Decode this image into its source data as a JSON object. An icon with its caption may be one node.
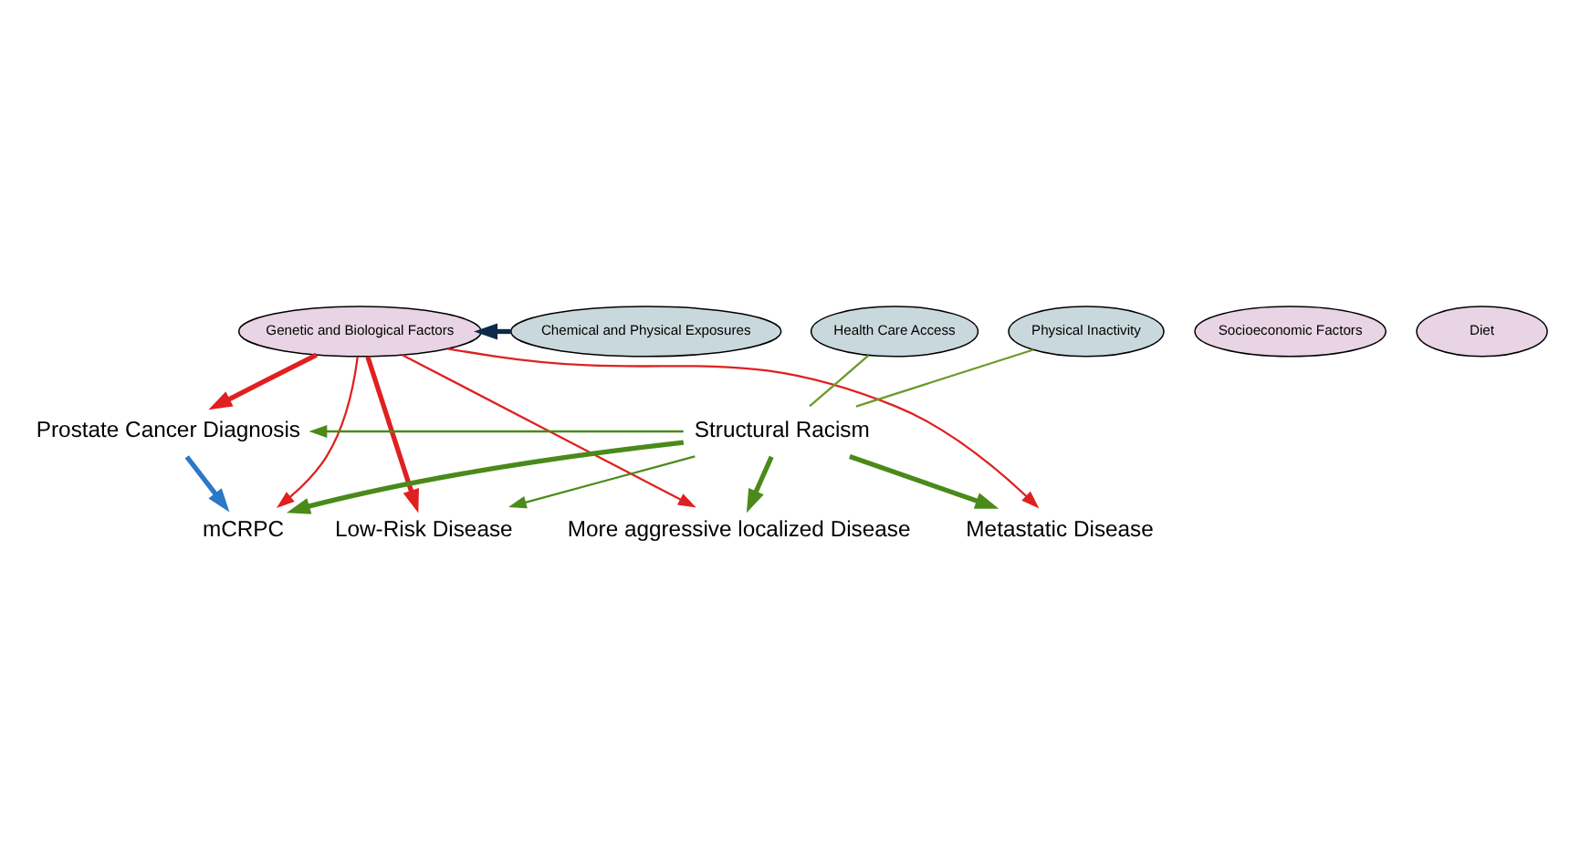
{
  "diagram": {
    "nodes": [
      {
        "text": [
          "Genetic and Biological Factors"
        ]
      },
      {
        "text": [
          "Health Care Access"
        ]
      },
      {
        "text": [
          "Socioeconomic Factors"
        ]
      },
      {
        "text": [
          "Chemical and Physical Exposures"
        ]
      },
      {
        "text": [
          "Diet"
        ]
      },
      {
        "text": [
          "Physical Inactivity"
        ]
      },
      {
        "text": [
          "Structural Racism"
        ]
      },
      {
        "text": [
          "Prostate Cancer Diagnosis"
        ]
      },
      {
        "text": [
          "Low-Risk Disease"
        ]
      },
      {
        "text": [
          "More aggressive localized Disease"
        ]
      },
      {
        "text": [
          "Metastatic Disease"
        ]
      },
      {
        "text": [
          "mCRPC"
        ]
      }
    ],
    "edges": [
      {
        "from": 3,
        "to": 0,
        "arrow": "to",
        "style": "thick",
        "color": "#0d2a4a"
      },
      {
        "from": 1,
        "to": 6,
        "arrow": "none",
        "color": "#6a9a2a"
      },
      {
        "from": 5,
        "to": 6,
        "arrow": "none",
        "color": "#6a9a2a"
      },
      {
        "from": 0,
        "to": 7,
        "arrow": "to",
        "style": "thick",
        "color": "#e02020"
      },
      {
        "from": 0,
        "to": 8,
        "arrow": "to",
        "style": "thick",
        "color": "#e02020"
      },
      {
        "from": 0,
        "to": 9,
        "arrow": "to",
        "color": "#e02020"
      },
      {
        "from": 0,
        "to": 10,
        "arrow": "to",
        "color": "#e02020"
      },
      {
        "from": 0,
        "to": 11,
        "arrow": "to",
        "color": "#e02020"
      },
      {
        "from": 6,
        "to": 7,
        "arrow": "to",
        "color": "#4a8a1a"
      },
      {
        "from": 6,
        "to": 8,
        "arrow": "to",
        "color": "#4a8a1a"
      },
      {
        "from": 6,
        "to": 9,
        "arrow": "to",
        "style": "thick",
        "color": "#4a8a1a"
      },
      {
        "from": 6,
        "to": 10,
        "arrow": "to",
        "style": "thick",
        "color": "#4a8a1a"
      },
      {
        "from": 6,
        "to": 11,
        "arrow": "to",
        "style": "thick",
        "color": "#4a8a1a"
      },
      {
        "from": 7,
        "to": 11,
        "arrow": "to",
        "style": "thick",
        "color": "#2a78c8"
      }
    ]
  }
}
